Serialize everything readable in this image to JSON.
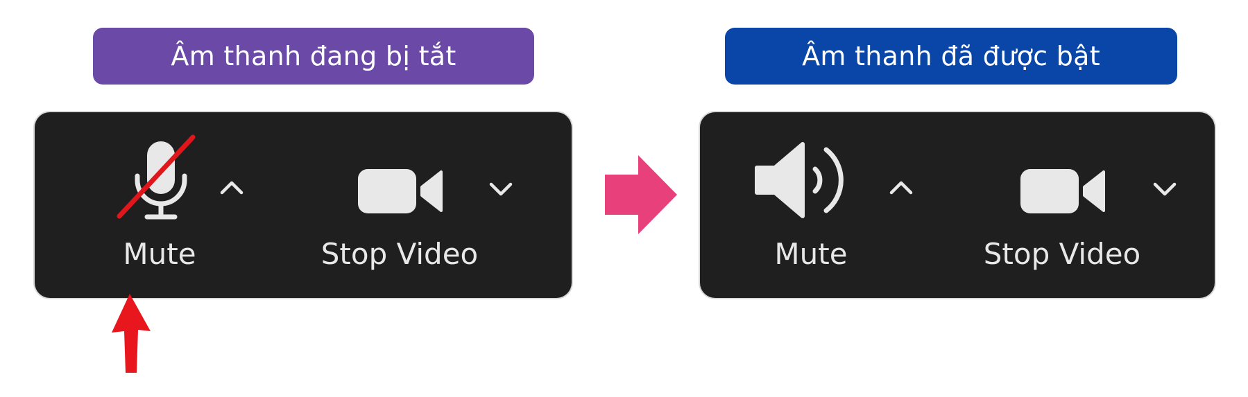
{
  "left_panel": {
    "banner": "Âm thanh đang bị tắt",
    "mute_label": "Mute",
    "video_label": "Stop Video",
    "mute_icon": "microphone-muted-icon",
    "video_icon": "video-camera-icon"
  },
  "right_panel": {
    "banner": "Âm thanh đã được bật",
    "mute_label": "Mute",
    "video_label": "Stop Video",
    "mute_icon": "speaker-on-icon",
    "video_icon": "video-camera-icon"
  },
  "colors": {
    "left_banner": "#6a4aa6",
    "right_banner": "#0a46a8",
    "toolbar_bg": "#1f1f1f",
    "icon": "#e8e8e8",
    "mute_slash": "#e0161d",
    "flow_arrow": "#e8407a",
    "click_arrow": "#e8161d"
  }
}
